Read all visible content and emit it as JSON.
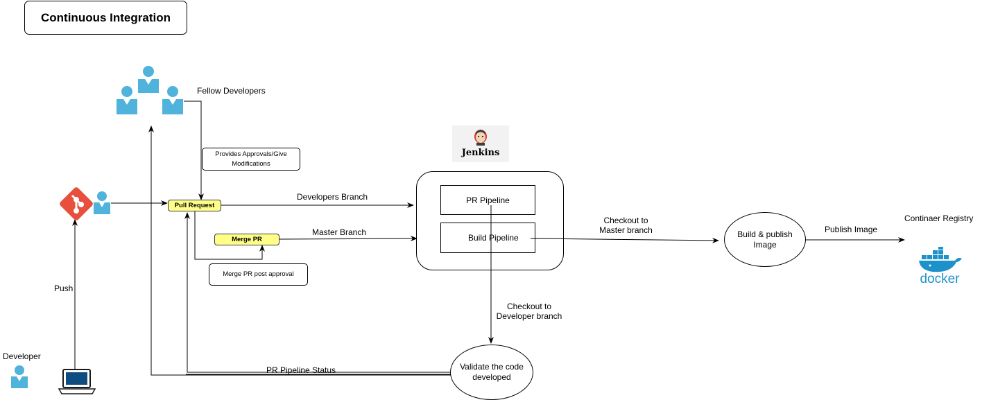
{
  "title": "Continuous Integration",
  "actors": {
    "fellow_developers": "Fellow Developers",
    "developer": "Developer"
  },
  "notes": {
    "approvals": "Provides Approvals/Give Modifications",
    "merge_post_approval": "Merge PR post approval"
  },
  "nodes": {
    "pull_request": "Pull Request",
    "merge_pr": "Merge PR",
    "pr_pipeline": "PR Pipeline",
    "build_pipeline": "Build Pipeline",
    "build_publish": "Build & publish Image",
    "validate_code": "Validate the code developed"
  },
  "edges": {
    "push": "Push",
    "developers_branch": "Developers Branch",
    "master_branch": "Master Branch",
    "checkout_master": "Checkout to Master branch",
    "checkout_developer": "Checkout to Developer branch",
    "publish_image": "Publish Image",
    "pr_status": "PR Pipeline Status"
  },
  "jenkins_logo": "Jenkins",
  "registry": {
    "label": "Continaer Registry",
    "docker_logo": "docker"
  },
  "colors": {
    "person": "#4fb3dc",
    "git": "#e84f3c",
    "note_yellow": "#ffff88",
    "docker": "#1d91c9"
  }
}
